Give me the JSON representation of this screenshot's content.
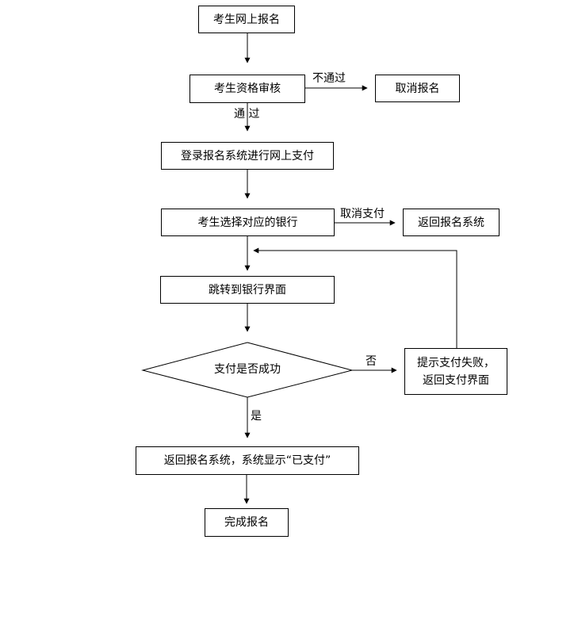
{
  "nodes": {
    "apply_online": "考生网上报名",
    "qualification_review": "考生资格审核",
    "cancel_registration": "取消报名",
    "login_pay": "登录报名系统进行网上支付",
    "choose_bank": "考生选择对应的银行",
    "return_system": "返回报名系统",
    "jump_bank": "跳转到银行界面",
    "pay_success": "支付是否成功",
    "pay_fail_line1": "提示支付失败，",
    "pay_fail_line2": "返回支付界面",
    "paid_status": "返回报名系统，系统显示“已支付”",
    "complete": "完成报名"
  },
  "edge_labels": {
    "not_pass": "不通过",
    "pass": "通  过",
    "cancel_payment": "取消支付",
    "no": "否",
    "yes": "是"
  }
}
